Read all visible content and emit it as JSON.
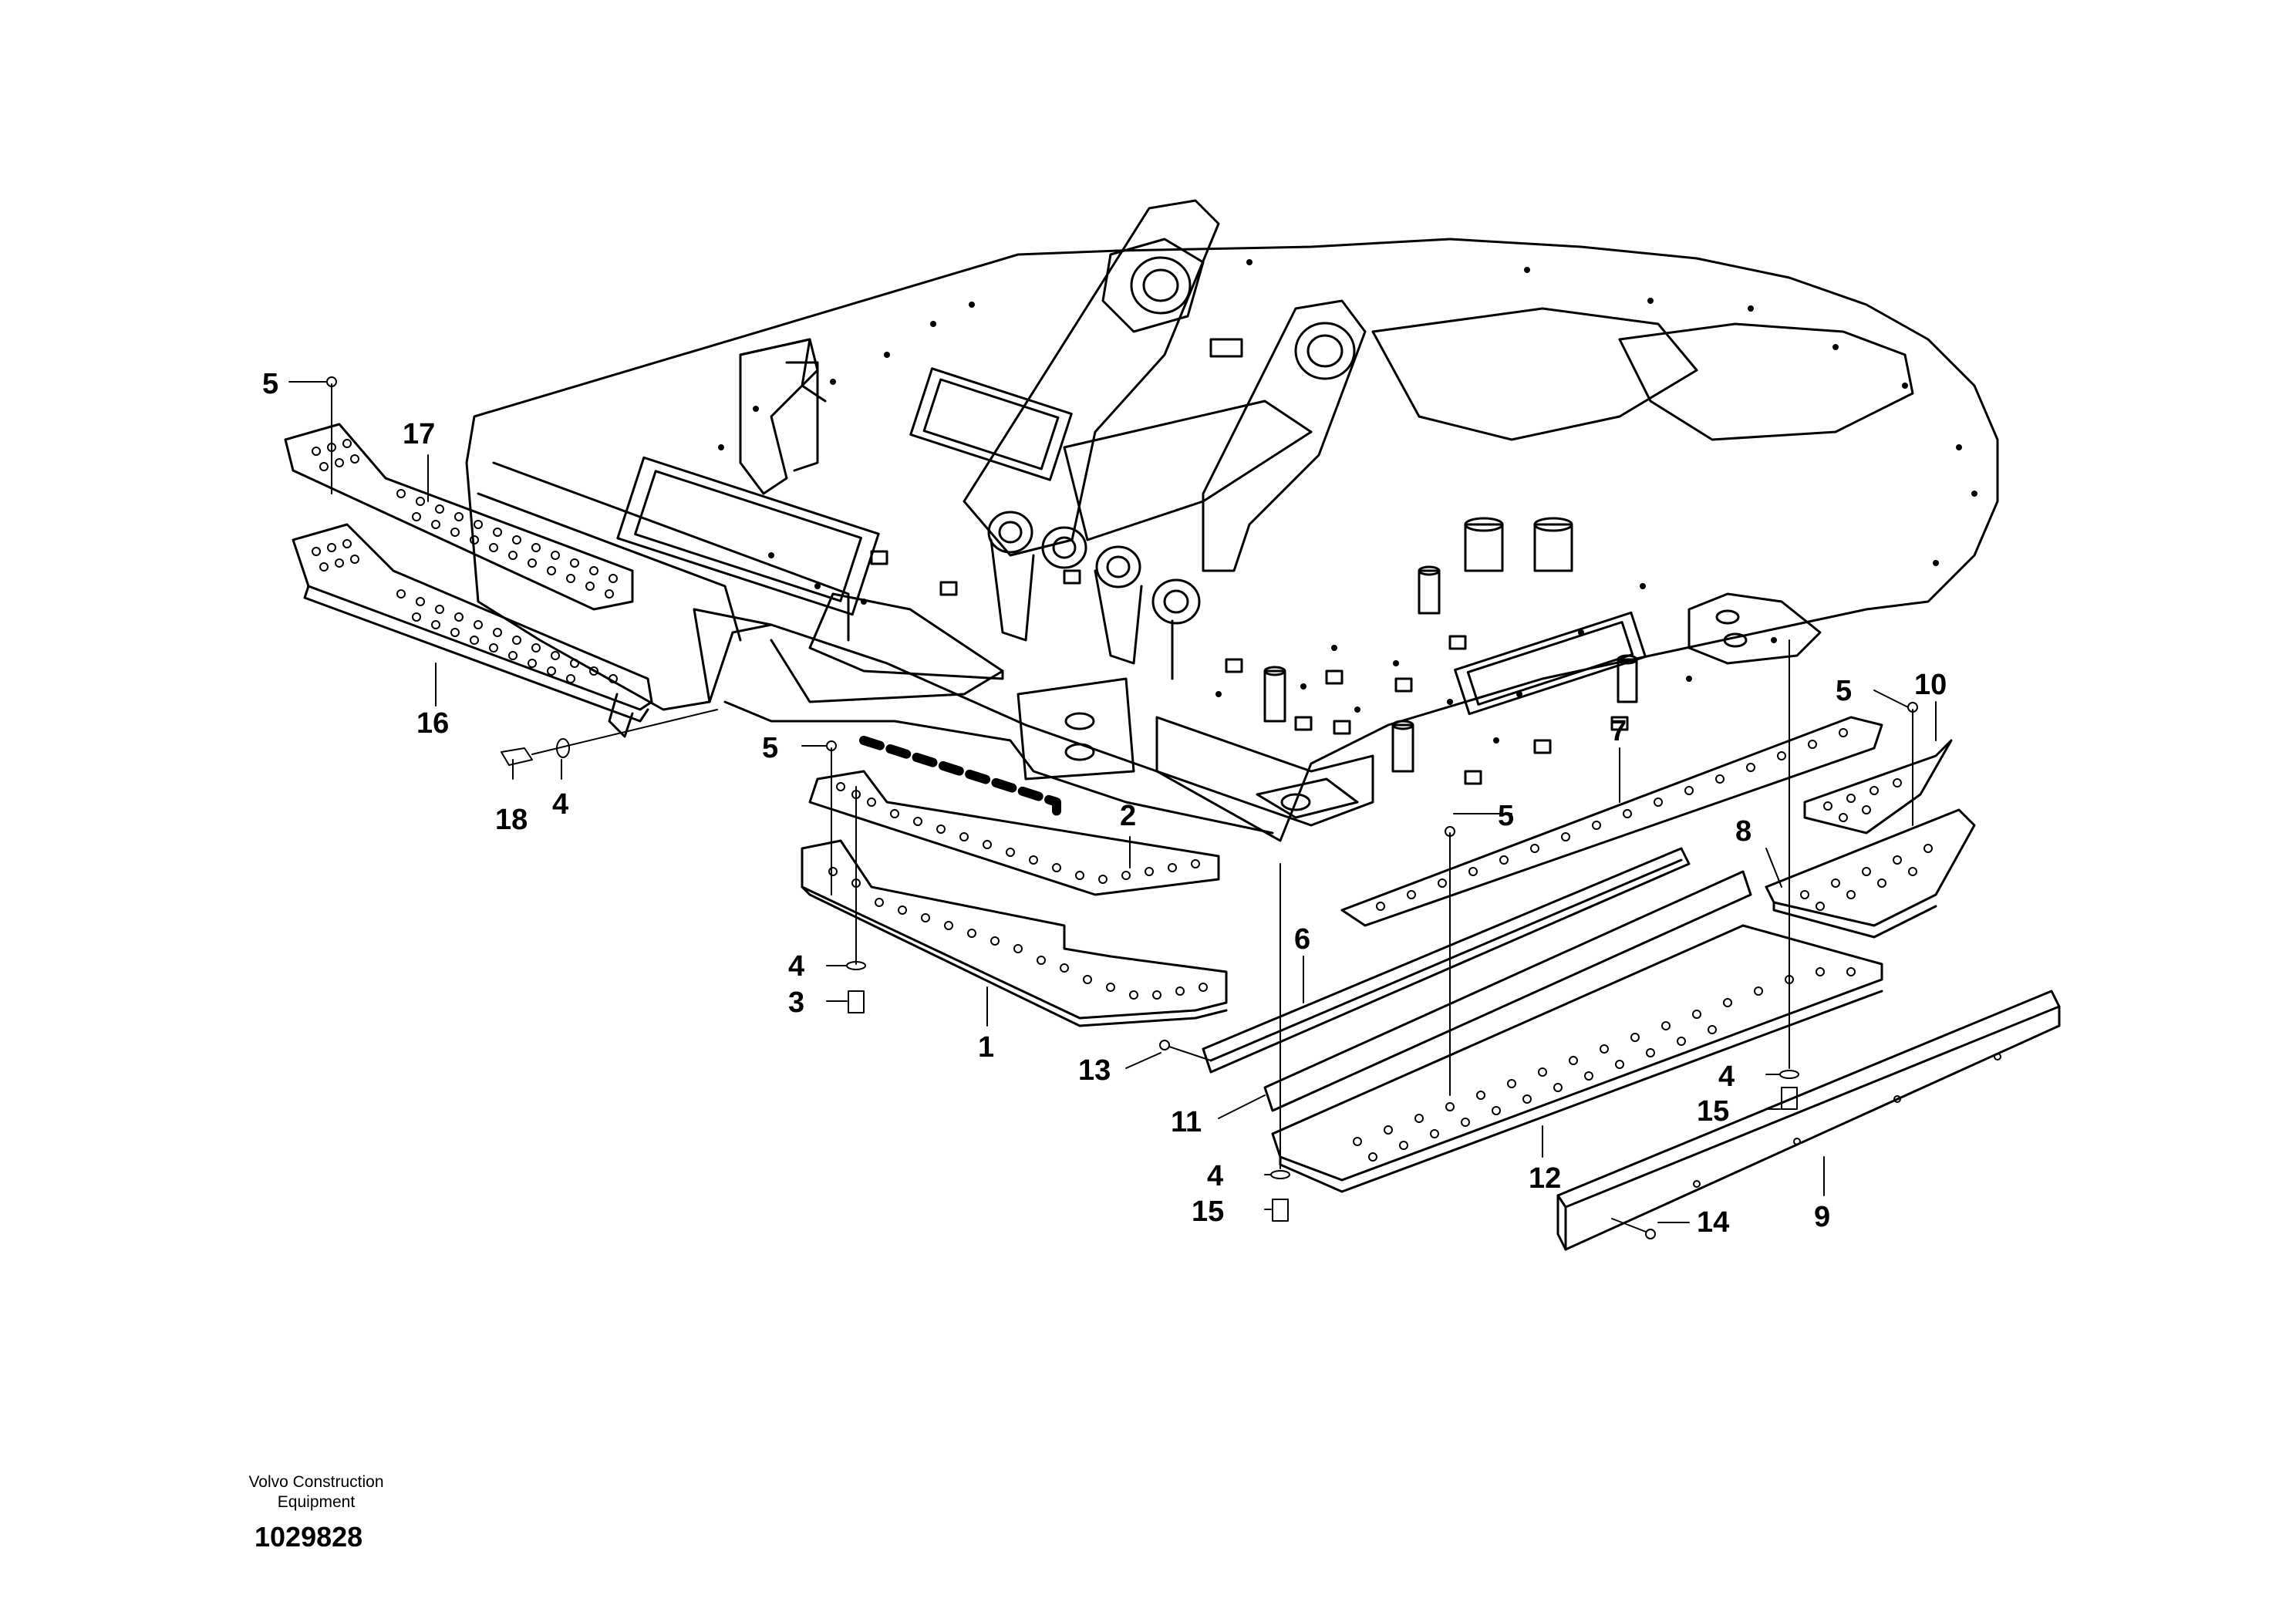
{
  "diagram": {
    "callouts": [
      {
        "id": "c5a",
        "label": "5"
      },
      {
        "id": "c17",
        "label": "17"
      },
      {
        "id": "c16",
        "label": "16"
      },
      {
        "id": "c18",
        "label": "18"
      },
      {
        "id": "c4a",
        "label": "4"
      },
      {
        "id": "c5b",
        "label": "5"
      },
      {
        "id": "c2",
        "label": "2"
      },
      {
        "id": "c4b",
        "label": "4"
      },
      {
        "id": "c3",
        "label": "3"
      },
      {
        "id": "c1",
        "label": "1"
      },
      {
        "id": "c7",
        "label": "7"
      },
      {
        "id": "c5c",
        "label": "5"
      },
      {
        "id": "c6",
        "label": "6"
      },
      {
        "id": "c13",
        "label": "13"
      },
      {
        "id": "c11",
        "label": "11"
      },
      {
        "id": "c4c",
        "label": "4"
      },
      {
        "id": "c15a",
        "label": "15"
      },
      {
        "id": "c12",
        "label": "12"
      },
      {
        "id": "c5d",
        "label": "5"
      },
      {
        "id": "c10",
        "label": "10"
      },
      {
        "id": "c8",
        "label": "8"
      },
      {
        "id": "c4d",
        "label": "4"
      },
      {
        "id": "c15b",
        "label": "15"
      },
      {
        "id": "c9",
        "label": "9"
      },
      {
        "id": "c14",
        "label": "14"
      }
    ]
  },
  "footer": {
    "brand_line1": "Volvo Construction",
    "brand_line2": "Equipment",
    "doc_number": "1029828"
  }
}
